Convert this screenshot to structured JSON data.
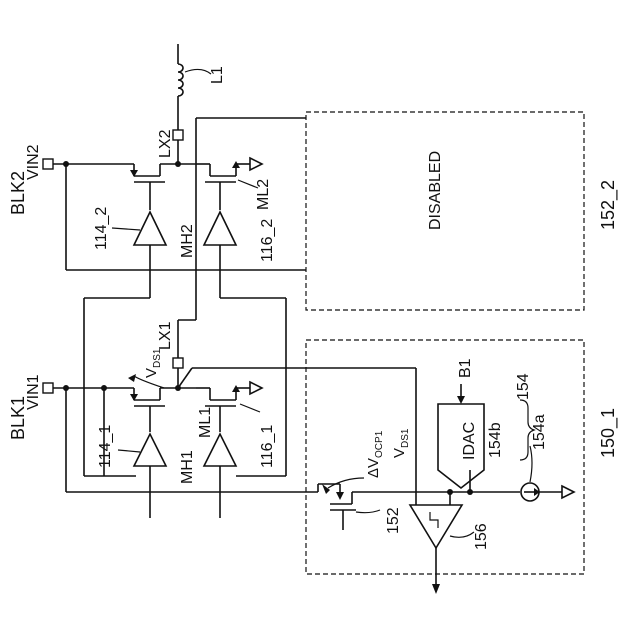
{
  "labels": {
    "l1": "L1",
    "lx2": "LX2",
    "lx1": "LX1",
    "vin2": "VIN2",
    "vin1": "VIN1",
    "blk2": "BLK2",
    "blk1": "BLK1",
    "mh2": "MH2",
    "ml2": "ML2",
    "mh1": "MH1",
    "ml1": "ML1",
    "d114_2": "114_2",
    "d116_2": "116_2",
    "d114_1": "114_1",
    "d116_1": "116_1",
    "disabled": "DISABLED",
    "blk152_2": "152_2",
    "blk150_1": "150_1",
    "vds1_main": "V",
    "vds1_main_sub": "DS1",
    "vds1_in": "V",
    "vds1_in_sub": "DS1",
    "dvocp_prefix": "ΔV",
    "dvocp_sub": "OCP1",
    "idac": "IDAC",
    "b1": "B1",
    "r154": "154",
    "r154b": "154b",
    "r154a": "154a",
    "r152": "152",
    "r156": "156"
  }
}
